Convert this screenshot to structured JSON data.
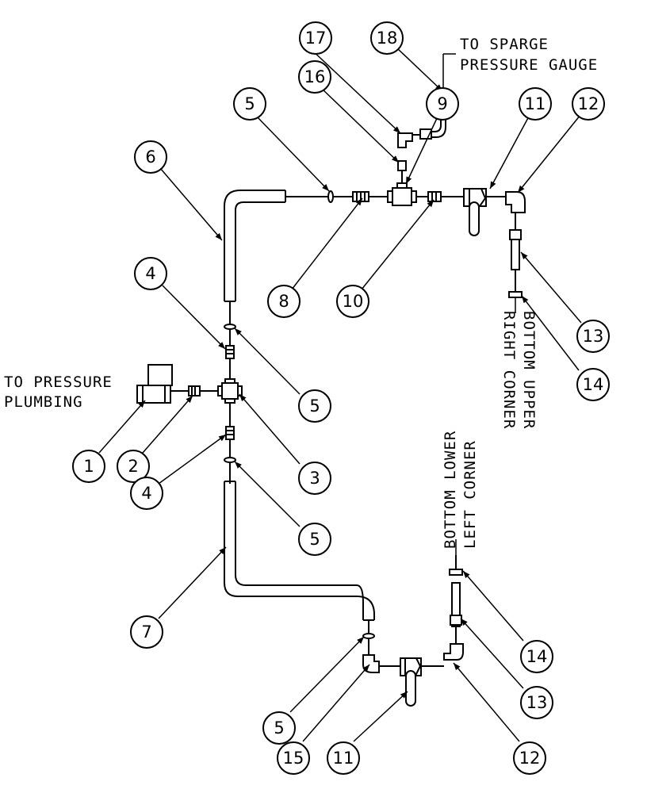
{
  "labels": {
    "sparge_1": "TO SPARGE",
    "sparge_2": "PRESSURE GAUGE",
    "pressure_1": "TO PRESSURE",
    "pressure_2": "PLUMBING",
    "bur_1": "BOTTOM UPPER",
    "bur_2": "RIGHT CORNER",
    "bll_1": "BOTTOM LOWER",
    "bll_2": "LEFT CORNER"
  },
  "bubbles": [
    {
      "id": "b17",
      "label": "17"
    },
    {
      "id": "b18",
      "label": "18"
    },
    {
      "id": "b16",
      "label": "16"
    },
    {
      "id": "b5a",
      "label": "5"
    },
    {
      "id": "b9",
      "label": "9"
    },
    {
      "id": "b11a",
      "label": "11"
    },
    {
      "id": "b12a",
      "label": "12"
    },
    {
      "id": "b6",
      "label": "6"
    },
    {
      "id": "b4a",
      "label": "4"
    },
    {
      "id": "b8",
      "label": "8"
    },
    {
      "id": "b10",
      "label": "10"
    },
    {
      "id": "b5b",
      "label": "5"
    },
    {
      "id": "b13a",
      "label": "13"
    },
    {
      "id": "b14a",
      "label": "14"
    },
    {
      "id": "b1",
      "label": "1"
    },
    {
      "id": "b2",
      "label": "2"
    },
    {
      "id": "b3",
      "label": "3"
    },
    {
      "id": "b4b",
      "label": "4"
    },
    {
      "id": "b5c",
      "label": "5"
    },
    {
      "id": "b7",
      "label": "7"
    },
    {
      "id": "b14b",
      "label": "14"
    },
    {
      "id": "b13b",
      "label": "13"
    },
    {
      "id": "b5d",
      "label": "5"
    },
    {
      "id": "b15",
      "label": "15"
    },
    {
      "id": "b11b",
      "label": "11"
    },
    {
      "id": "b12b",
      "label": "12"
    }
  ]
}
